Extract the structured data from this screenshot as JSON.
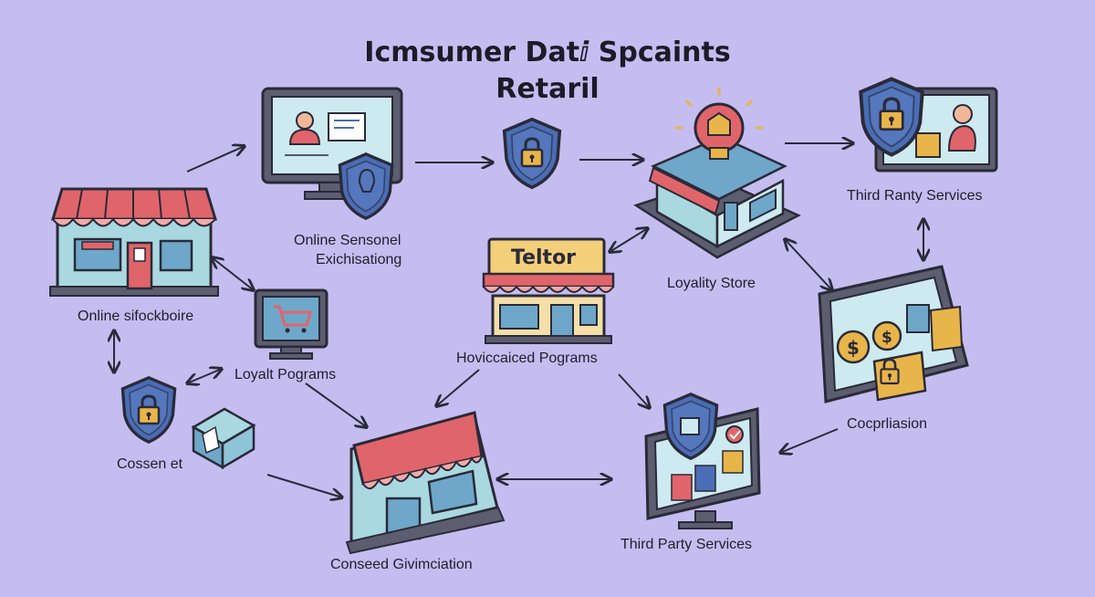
{
  "title": {
    "line1": "Icmsumer Datⅈ Spcaints",
    "line2": "Retaril"
  },
  "nodes": {
    "online_storefront": "Online sifockboire",
    "online_sensonel_line1": "Online Sensonel",
    "online_sensonel_line2": "Exichisationg",
    "loyalty_store": "Loyality Store",
    "third_party_top": "Third Ranty Services",
    "loyalt_pograms": "Loyalt Pograms",
    "hovicc_programs": "Hoviccaiced Pograms",
    "teltor_sign": "Teltor",
    "cossen_et": "Cossen et",
    "coprliasion": "Cocprliasion",
    "consed_givimciation": "Conseed Givimciation",
    "third_party_bottom": "Third Party Services"
  },
  "colors": {
    "background": "#c5bdf0",
    "shield": "#4a6db5",
    "lock": "#e8b54a",
    "awning_red": "#e0656b",
    "building": "#a9d8e0",
    "outline": "#2a2a38"
  }
}
